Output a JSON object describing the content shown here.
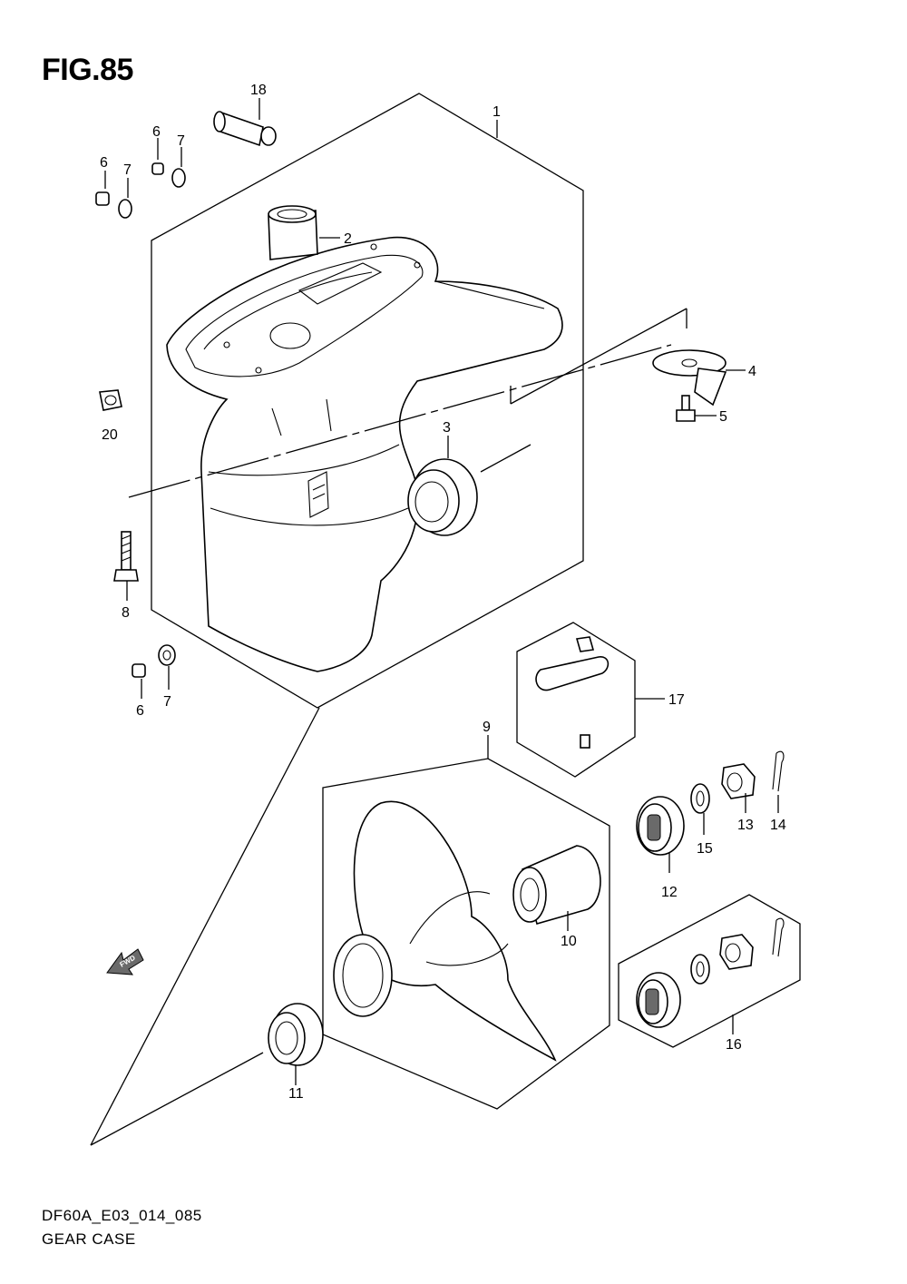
{
  "figure": {
    "title": "FIG.85",
    "code": "DF60A_E03_014_085",
    "name": "GEAR CASE",
    "direction_arrow": "FWD"
  },
  "callouts": [
    {
      "num": "1",
      "part": "gear-case"
    },
    {
      "num": "2",
      "part": "bushing"
    },
    {
      "num": "3",
      "part": "oil-seal-housing"
    },
    {
      "num": "4",
      "part": "trim-tab-anode"
    },
    {
      "num": "5",
      "part": "bolt"
    },
    {
      "num": "6",
      "part": "plug"
    },
    {
      "num": "7",
      "part": "gasket"
    },
    {
      "num": "8",
      "part": "bolt"
    },
    {
      "num": "9",
      "part": "propeller-assembly"
    },
    {
      "num": "10",
      "part": "bushing"
    },
    {
      "num": "11",
      "part": "stopper"
    },
    {
      "num": "12",
      "part": "spacer"
    },
    {
      "num": "13",
      "part": "nut"
    },
    {
      "num": "14",
      "part": "cotter-pin"
    },
    {
      "num": "15",
      "part": "washer"
    },
    {
      "num": "16",
      "part": "propeller-hardware-set"
    },
    {
      "num": "17",
      "part": "water-tube"
    },
    {
      "num": "18",
      "part": "anode-set"
    },
    {
      "num": "20",
      "part": "cap"
    }
  ]
}
